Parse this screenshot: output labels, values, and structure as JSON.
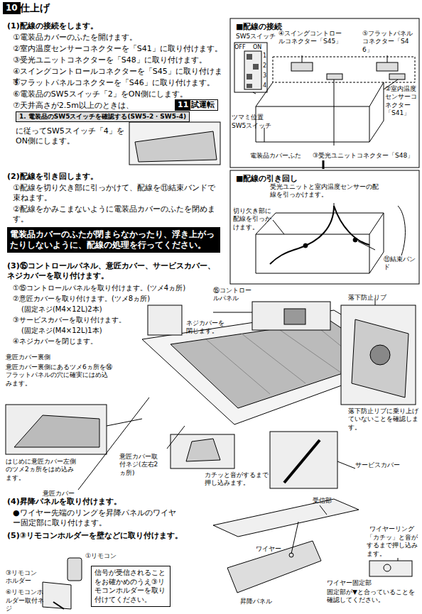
{
  "diagram": {
    "title": "仕上げ",
    "nodes": [
      {
        "text": [
          "10"
        ]
      },
      {
        "text": [
          "試運転"
        ]
      },
      {
        "text": [
          "11"
        ],
        "in": 1
      },
      {
        "text": [
          "1. 電装品のSW5スイッチを確認する(SW5-2・SW5-4)"
        ]
      },
      {
        "text": [
          "電装品カバーのふたが閉まらなかったり、浮き上がったりしないように、配線の処理を行ってください。"
        ]
      },
      {
        "text": [
          "信号が受信されることをお確かめのうえ③リモコンホルダーを取り付けてください。"
        ]
      }
    ],
    "labels": [
      "(1)配線の接続をします。",
      "①電装品カバーのふたを開けます。",
      "②室内温度センサーコネクターを「S41」に取り付けます。",
      "③受光ユニットコネクターを「S48」に取り付けます。",
      "④スイングコントロールコネクターを「S45」に取り付けます。",
      "⑤フラットパネルコネクターを「S46」に取り付けます。",
      "⑥電装品のSW5スイッチ「2」をON側にします。",
      "⑦天井高さが2.5m以上のときは、",
      "に従ってSW5スイッチ「4」をON側にします。",
      "■配線の接続",
      "SW5スイッチ",
      "OFF",
      "ON",
      "1",
      "2",
      "3",
      "4",
      "④スイングコントロールコネクター「S45」",
      "⑤フラットパネルコネクター「S46」",
      "②室内温度センサーコネクター「S41」",
      "ツマミ位置",
      "SW5スイッチ",
      "電装品カバーふた",
      "③受光ユニットコネクター「S48」",
      "■配線の引き回し",
      "受光ユニットと室内温度センサーの配線を引っかけます。",
      "切り欠き部に配線を引っかけます。",
      "⑪結束バンド",
      "(2)配線を引き回します。",
      "①配線を切り欠き部に引っかけて、配線を⑪結束バンドで束ねます。",
      "②配線をかみこまないように電装品カバーのふたを閉めます。",
      "(3)⑮コントロールパネル、意匠カバー、サービスカバー、ネジカバーを取り付けます。",
      "①⑮コントロールパネルを取り付けます。(ツメ4ヵ所)",
      "②意匠カバーを取り付けます。(ツメ8ヵ所)",
      "(固定ネジ(M4×12L)2本)",
      "③サービスカバーを取り付けます。",
      "(固定ネジ(M4×12L)1本)",
      "④ネジカバーを閉じます。",
      "⑮コントロールパネル",
      "落下防止リブ",
      "ネジカバーを閉じます。",
      "意匠カバー裏側",
      "意匠カバー裏側にあるツメ6ヵ所を⑭フラットパネルの穴に確実にはめ込みます。",
      "落下防止リブに乗り上げていないことを確認します。",
      "はじめに意匠カバー左側のツメ2ヵ所をはめ込みます。",
      "意匠カバー",
      "意匠カバー取付ネジ(左右2ヵ所)",
      "カチッと音がするまで押し込みます。",
      "サービスカバー",
      "(4)昇降パネルを取り付けます。",
      "●ワイヤー先端のリングを昇降パネルのワイヤー固定部に取り付けます。",
      "(5)③リモコンホルダーを壁などに取り付けます。",
      "①リモコン",
      "③リモコンホルダー",
      "⑥リモコンホルダー取付ネジ",
      "受信部",
      "ワイヤーリング",
      "「カチッ」と音がするまで押し込みます。",
      "ワイヤー",
      "昇降パネル",
      "ワイヤー固定部",
      "固定部が▼と合っていることを確認してください。"
    ]
  }
}
